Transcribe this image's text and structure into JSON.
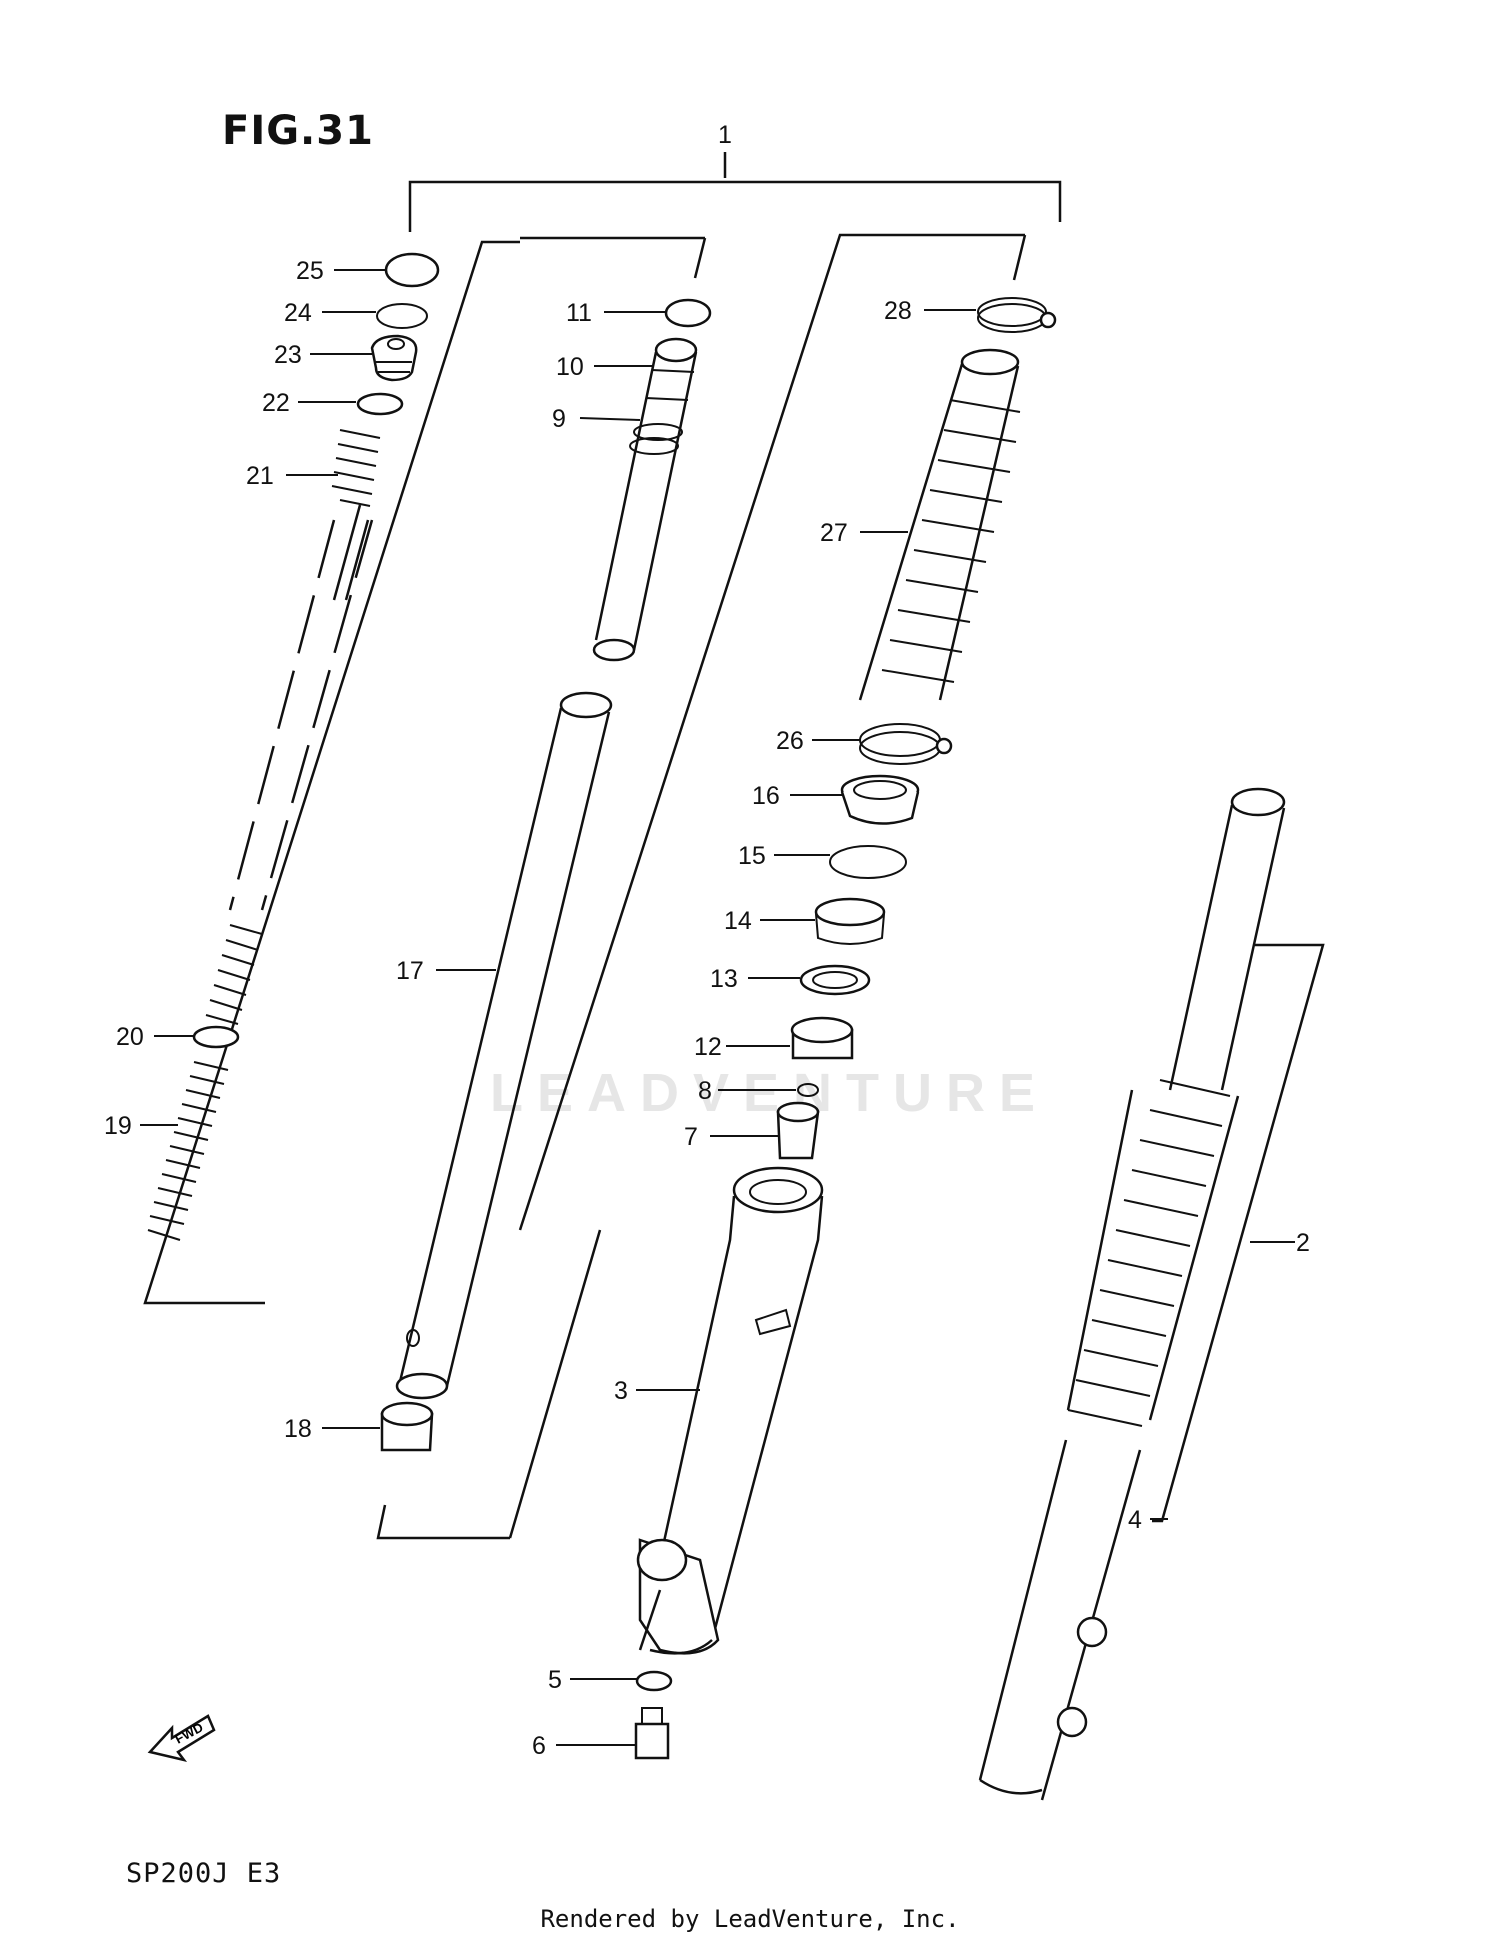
{
  "figure": {
    "title": "FIG.31",
    "model_code": "SP200J E3",
    "render_credit": "Rendered by LeadVenture, Inc.",
    "watermark_text": "LEADVENTURE",
    "callouts": [
      "1",
      "2",
      "3",
      "4",
      "5",
      "6",
      "7",
      "8",
      "9",
      "10",
      "11",
      "12",
      "13",
      "14",
      "15",
      "16",
      "17",
      "18",
      "19",
      "20",
      "21",
      "22",
      "23",
      "24",
      "25",
      "26",
      "27",
      "28"
    ],
    "fwd_label": "FWD"
  }
}
